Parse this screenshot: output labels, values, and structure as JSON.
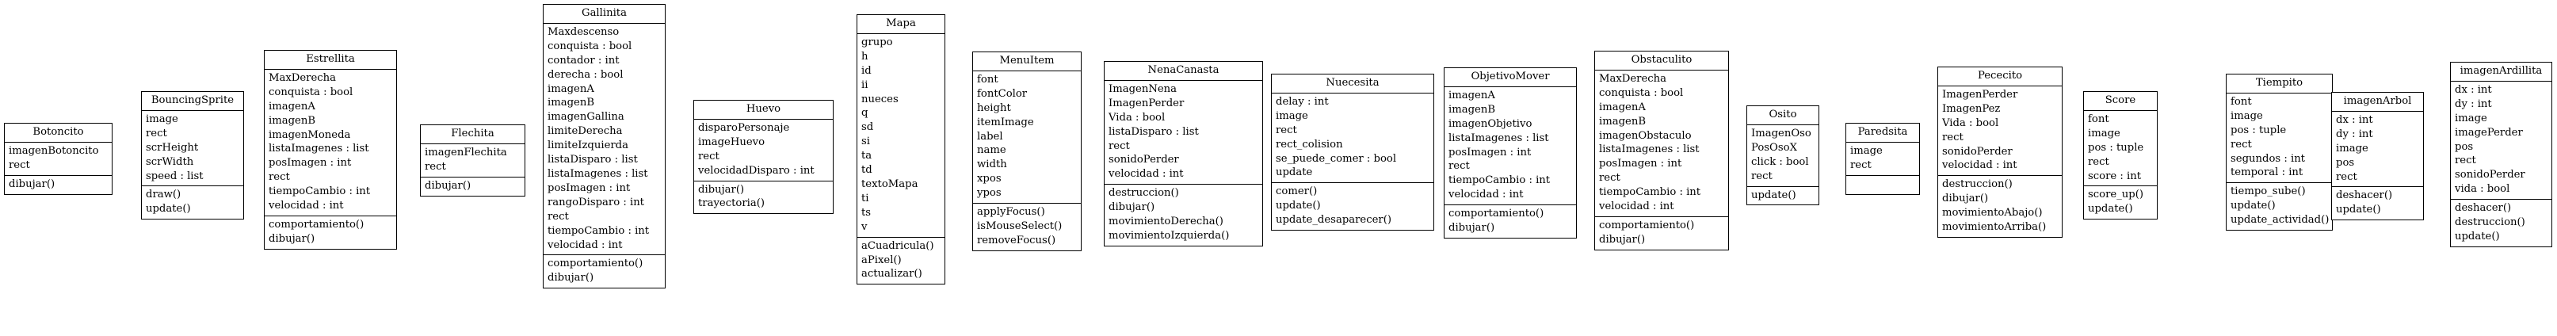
{
  "classes": [
    {
      "name": "Botoncito",
      "attributes": [
        "imagenBotoncito",
        "rect"
      ],
      "methods": [
        "dibujar()"
      ]
    },
    {
      "name": "BouncingSprite",
      "attributes": [
        "image",
        "rect",
        "scrHeight",
        "scrWidth",
        "speed : list"
      ],
      "methods": [
        "draw()",
        "update()"
      ]
    },
    {
      "name": "Estrellita",
      "attributes": [
        "MaxDerecha",
        "conquista : bool",
        "imagenA",
        "imagenB",
        "imagenMoneda",
        "listaImagenes : list",
        "posImagen : int",
        "rect",
        "tiempoCambio : int",
        "velocidad : int"
      ],
      "methods": [
        "comportamiento()",
        "dibujar()"
      ]
    },
    {
      "name": "Flechita",
      "attributes": [
        "imagenFlechita",
        "rect"
      ],
      "methods": [
        "dibujar()"
      ]
    },
    {
      "name": "Gallinita",
      "attributes": [
        "Maxdescenso",
        "conquista : bool",
        "contador : int",
        "derecha : bool",
        "imagenA",
        "imagenB",
        "imagenGallina",
        "limiteDerecha",
        "limiteIzquierda",
        "listaDisparo : list",
        "listaImagenes : list",
        "posImagen : int",
        "rangoDisparo : int",
        "rect",
        "tiempoCambio : int",
        "velocidad : int"
      ],
      "methods": [
        "comportamiento()",
        "dibujar()"
      ]
    },
    {
      "name": "Huevo",
      "attributes": [
        "disparoPersonaje",
        "imageHuevo",
        "rect",
        "velocidadDisparo : int"
      ],
      "methods": [
        "dibujar()",
        "trayectoria()"
      ]
    },
    {
      "name": "Mapa",
      "attributes": [
        "grupo",
        "h",
        "id",
        "ii",
        "nueces",
        "q",
        "sd",
        "si",
        "ta",
        "td",
        "textoMapa",
        "ti",
        "ts",
        "v"
      ],
      "methods": [
        "aCuadricula()",
        "aPixel()",
        "actualizar()"
      ]
    },
    {
      "name": "MenuItem",
      "attributes": [
        "font",
        "fontColor",
        "height",
        "itemImage",
        "label",
        "name",
        "width",
        "xpos",
        "ypos"
      ],
      "methods": [
        "applyFocus()",
        "isMouseSelect()",
        "removeFocus()"
      ]
    },
    {
      "name": "NenaCanasta",
      "attributes": [
        "ImagenNena",
        "ImagenPerder",
        "Vida : bool",
        "listaDisparo : list",
        "rect",
        "sonidoPerder",
        "velocidad : int"
      ],
      "methods": [
        "destruccion()",
        "dibujar()",
        "movimientoDerecha()",
        "movimientoIzquierda()"
      ]
    },
    {
      "name": "Nuecesita",
      "attributes": [
        "delay : int",
        "image",
        "rect",
        "rect_colision",
        "se_puede_comer : bool",
        "update"
      ],
      "methods": [
        "comer()",
        "update()",
        "update_desaparecer()"
      ]
    },
    {
      "name": "ObjetivoMover",
      "attributes": [
        "imagenA",
        "imagenB",
        "imagenObjetivo",
        "listaImagenes : list",
        "posImagen : int",
        "rect",
        "tiempoCambio : int",
        "velocidad : int"
      ],
      "methods": [
        "comportamiento()",
        "dibujar()"
      ]
    },
    {
      "name": "Obstaculito",
      "attributes": [
        "MaxDerecha",
        "conquista : bool",
        "imagenA",
        "imagenB",
        "imagenObstaculo",
        "listaImagenes : list",
        "posImagen : int",
        "rect",
        "tiempoCambio : int",
        "velocidad : int"
      ],
      "methods": [
        "comportamiento()",
        "dibujar()"
      ]
    },
    {
      "name": "Osito",
      "attributes": [
        "ImagenOso",
        "PosOsoX",
        "click : bool",
        "rect"
      ],
      "methods": [
        "update()"
      ]
    },
    {
      "name": "Paredsita",
      "attributes": [
        "image",
        "rect"
      ],
      "methods": [
        ""
      ]
    },
    {
      "name": "Pececito",
      "attributes": [
        "ImagenPerder",
        "ImagenPez",
        "Vida : bool",
        "rect",
        "sonidoPerder",
        "velocidad : int"
      ],
      "methods": [
        "destruccion()",
        "dibujar()",
        "movimientoAbajo()",
        "movimientoArriba()"
      ]
    },
    {
      "name": "Score",
      "attributes": [
        "font",
        "image",
        "pos : tuple",
        "rect",
        "score : int"
      ],
      "methods": [
        "score_up()",
        "update()"
      ]
    },
    {
      "name": "Tiempito",
      "attributes": [
        "font",
        "image",
        "pos : tuple",
        "rect",
        "segundos : int",
        "temporal : int"
      ],
      "methods": [
        "tiempo_sube()",
        "update()",
        "update_actividad()"
      ]
    },
    {
      "name": "imagenArbol",
      "attributes": [
        "dx : int",
        "dy : int",
        "image",
        "pos",
        "rect"
      ],
      "methods": [
        "deshacer()",
        "update()"
      ]
    },
    {
      "name": "imagenArdillita",
      "attributes": [
        "dx : int",
        "dy : int",
        "image",
        "imagePerder",
        "pos",
        "rect",
        "sonidoPerder",
        "vida : bool"
      ],
      "methods": [
        "deshacer()",
        "destruccion()",
        "update()"
      ]
    }
  ]
}
